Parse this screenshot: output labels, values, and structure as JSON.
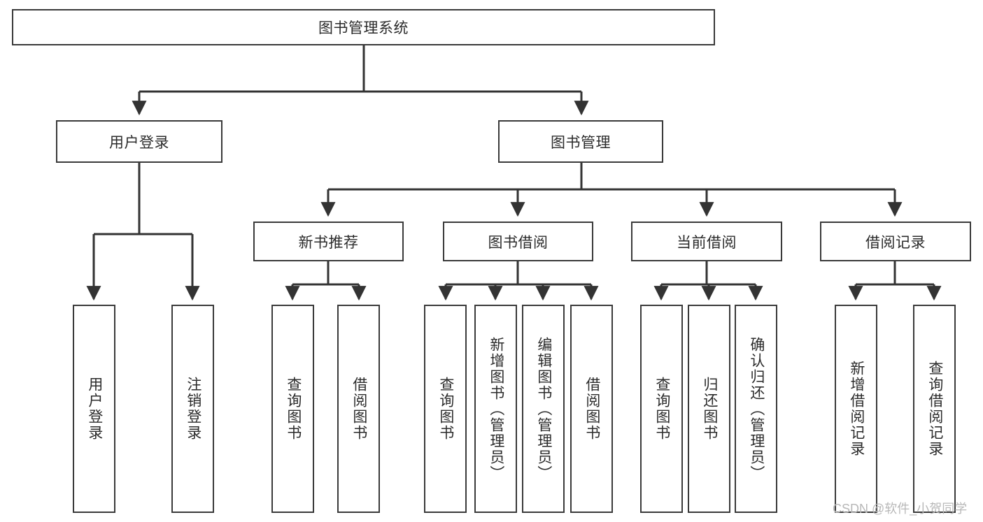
{
  "diagram": {
    "type": "tree-hierarchy-diagram",
    "title": "图书管理系统",
    "style": {
      "box_border_color": "#3a3a3a",
      "box_fill_color": "#ffffff",
      "line_color": "#333333",
      "text_color": "#2b2b2b",
      "background": "#ffffff"
    },
    "root": {
      "id": "root",
      "label": "图书管理系统"
    },
    "level1": [
      {
        "id": "user-login",
        "label": "用户登录"
      },
      {
        "id": "book-manage",
        "label": "图书管理"
      }
    ],
    "level2": [
      {
        "id": "new-book-recommend",
        "label": "新书推荐",
        "parent": "book-manage"
      },
      {
        "id": "book-borrow",
        "label": "图书借阅",
        "parent": "book-manage"
      },
      {
        "id": "current-borrow",
        "label": "当前借阅",
        "parent": "book-manage"
      },
      {
        "id": "borrow-record",
        "label": "借阅记录",
        "parent": "book-manage"
      }
    ],
    "leaves": [
      {
        "id": "leaf-user-login",
        "label": "用户登录",
        "parent": "user-login"
      },
      {
        "id": "leaf-logout",
        "label": "注销登录",
        "parent": "user-login"
      },
      {
        "id": "leaf-query-book-1",
        "label": "查询图书",
        "parent": "new-book-recommend"
      },
      {
        "id": "leaf-borrow-book-1",
        "label": "借阅图书",
        "parent": "new-book-recommend"
      },
      {
        "id": "leaf-query-book-2",
        "label": "查询图书",
        "parent": "book-borrow"
      },
      {
        "id": "leaf-add-book",
        "label": "新增图书（管理员）",
        "parent": "book-borrow"
      },
      {
        "id": "leaf-edit-book",
        "label": "编辑图书（管理员）",
        "parent": "book-borrow"
      },
      {
        "id": "leaf-borrow-book-2",
        "label": "借阅图书",
        "parent": "book-borrow"
      },
      {
        "id": "leaf-query-book-3",
        "label": "查询图书",
        "parent": "current-borrow"
      },
      {
        "id": "leaf-return-book",
        "label": "归还图书",
        "parent": "current-borrow"
      },
      {
        "id": "leaf-confirm-return",
        "label": "确认归还（管理员）",
        "parent": "current-borrow"
      },
      {
        "id": "leaf-add-record",
        "label": "新增借阅记录",
        "parent": "borrow-record"
      },
      {
        "id": "leaf-query-record",
        "label": "查询借阅记录",
        "parent": "borrow-record"
      }
    ]
  },
  "watermark": {
    "text": "CSDN @软件_小贺同学"
  }
}
